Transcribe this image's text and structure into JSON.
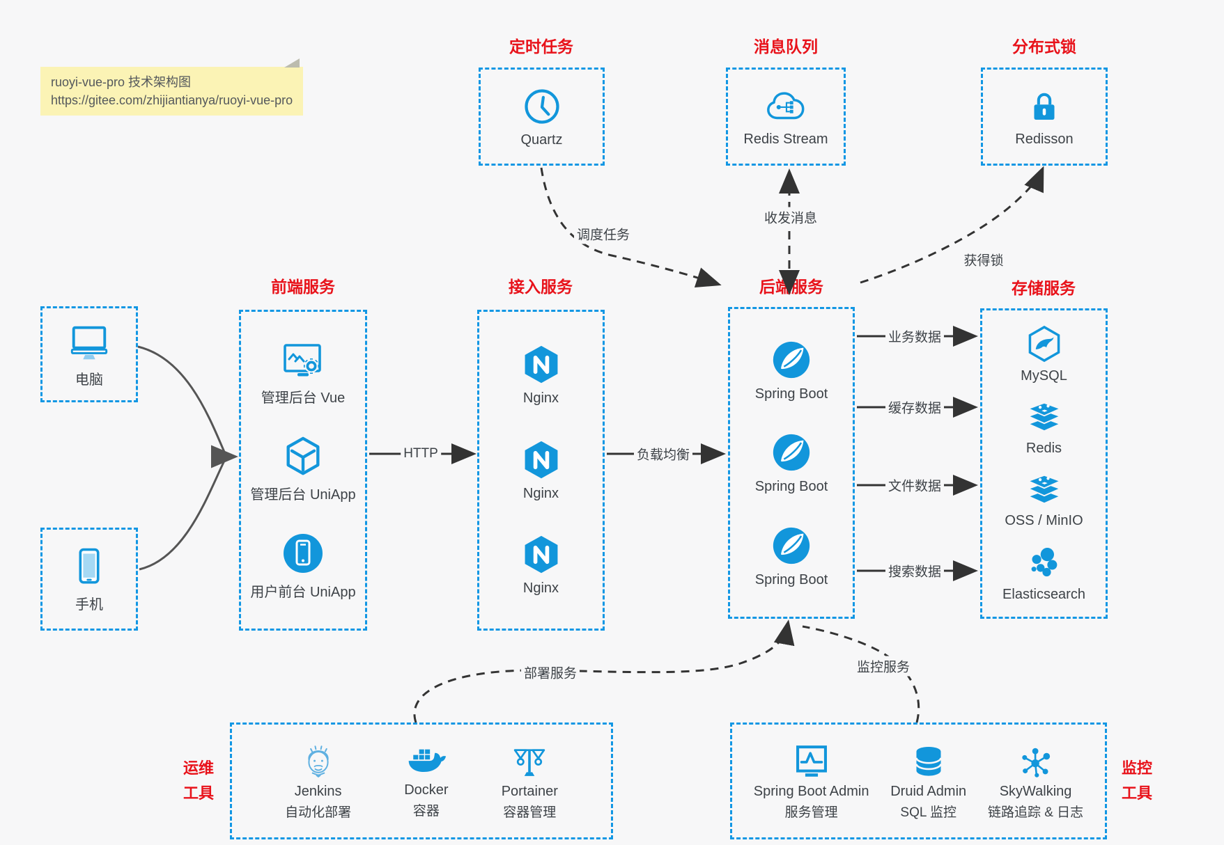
{
  "note": {
    "line1": "ruoyi-vue-pro 技术架构图",
    "line2": "https://gitee.com/zhijiantianya/ruoyi-vue-pro"
  },
  "colors": {
    "icon_blue": "#1296db",
    "box_border_blue": "#1297e4",
    "title_red": "#e8121a",
    "arrow_dark": "#333333",
    "arrow_gray": "#555555",
    "note_bg": "#fbf3b5",
    "page_bg": "#f7f7f8"
  },
  "top": {
    "scheduler": {
      "title": "定时任务",
      "item": {
        "label": "Quartz",
        "icon": "clock-icon"
      }
    },
    "mq": {
      "title": "消息队列",
      "item": {
        "label": "Redis Stream",
        "icon": "cloud-share-icon"
      }
    },
    "lock": {
      "title": "分布式锁",
      "item": {
        "label": "Redisson",
        "icon": "lock-icon"
      }
    }
  },
  "clients": {
    "pc": {
      "label": "电脑",
      "icon": "desktop-icon"
    },
    "mobile": {
      "label": "手机",
      "icon": "phone-icon"
    }
  },
  "frontend": {
    "title": "前端服务",
    "items": [
      {
        "label": "管理后台 Vue",
        "icon": "admin-vue-icon"
      },
      {
        "label": "管理后台 UniApp",
        "icon": "uniapp-cube-icon"
      },
      {
        "label": "用户前台 UniApp",
        "icon": "mobile-app-icon"
      }
    ]
  },
  "gateway": {
    "title": "接入服务",
    "items": [
      {
        "label": "Nginx"
      },
      {
        "label": "Nginx"
      },
      {
        "label": "Nginx"
      }
    ]
  },
  "backend": {
    "title": "后端服务",
    "items": [
      {
        "label": "Spring Boot"
      },
      {
        "label": "Spring Boot"
      },
      {
        "label": "Spring Boot"
      }
    ]
  },
  "storage": {
    "title": "存储服务",
    "items": [
      {
        "label": "MySQL",
        "icon": "mysql-icon"
      },
      {
        "label": "Redis",
        "icon": "redis-icon"
      },
      {
        "label": "OSS / MinIO",
        "icon": "oss-icon"
      },
      {
        "label": "Elasticsearch",
        "icon": "elasticsearch-icon"
      }
    ]
  },
  "ops": {
    "title_line1": "运维",
    "title_line2": "工具",
    "items": [
      {
        "name": "Jenkins",
        "desc": "自动化部署",
        "icon": "jenkins-icon"
      },
      {
        "name": "Docker",
        "desc": "容器",
        "icon": "docker-icon"
      },
      {
        "name": "Portainer",
        "desc": "容器管理",
        "icon": "portainer-icon"
      }
    ]
  },
  "monitoring": {
    "title_line1": "监控",
    "title_line2": "工具",
    "items": [
      {
        "name": "Spring Boot Admin",
        "desc": "服务管理",
        "icon": "monitor-pulse-icon"
      },
      {
        "name": "Druid Admin",
        "desc": "SQL 监控",
        "icon": "database-icon"
      },
      {
        "name": "SkyWalking",
        "desc": "链路追踪 & 日志",
        "icon": "network-nodes-icon"
      }
    ]
  },
  "edges": {
    "http": "HTTP",
    "load_balance": "负载均衡",
    "schedule": "调度任务",
    "message": "收发消息",
    "acquire_lock": "获得锁",
    "business_data": "业务数据",
    "cache_data": "缓存数据",
    "file_data": "文件数据",
    "search_data": "搜索数据",
    "deploy": "部署服务",
    "monitor": "监控服务"
  }
}
